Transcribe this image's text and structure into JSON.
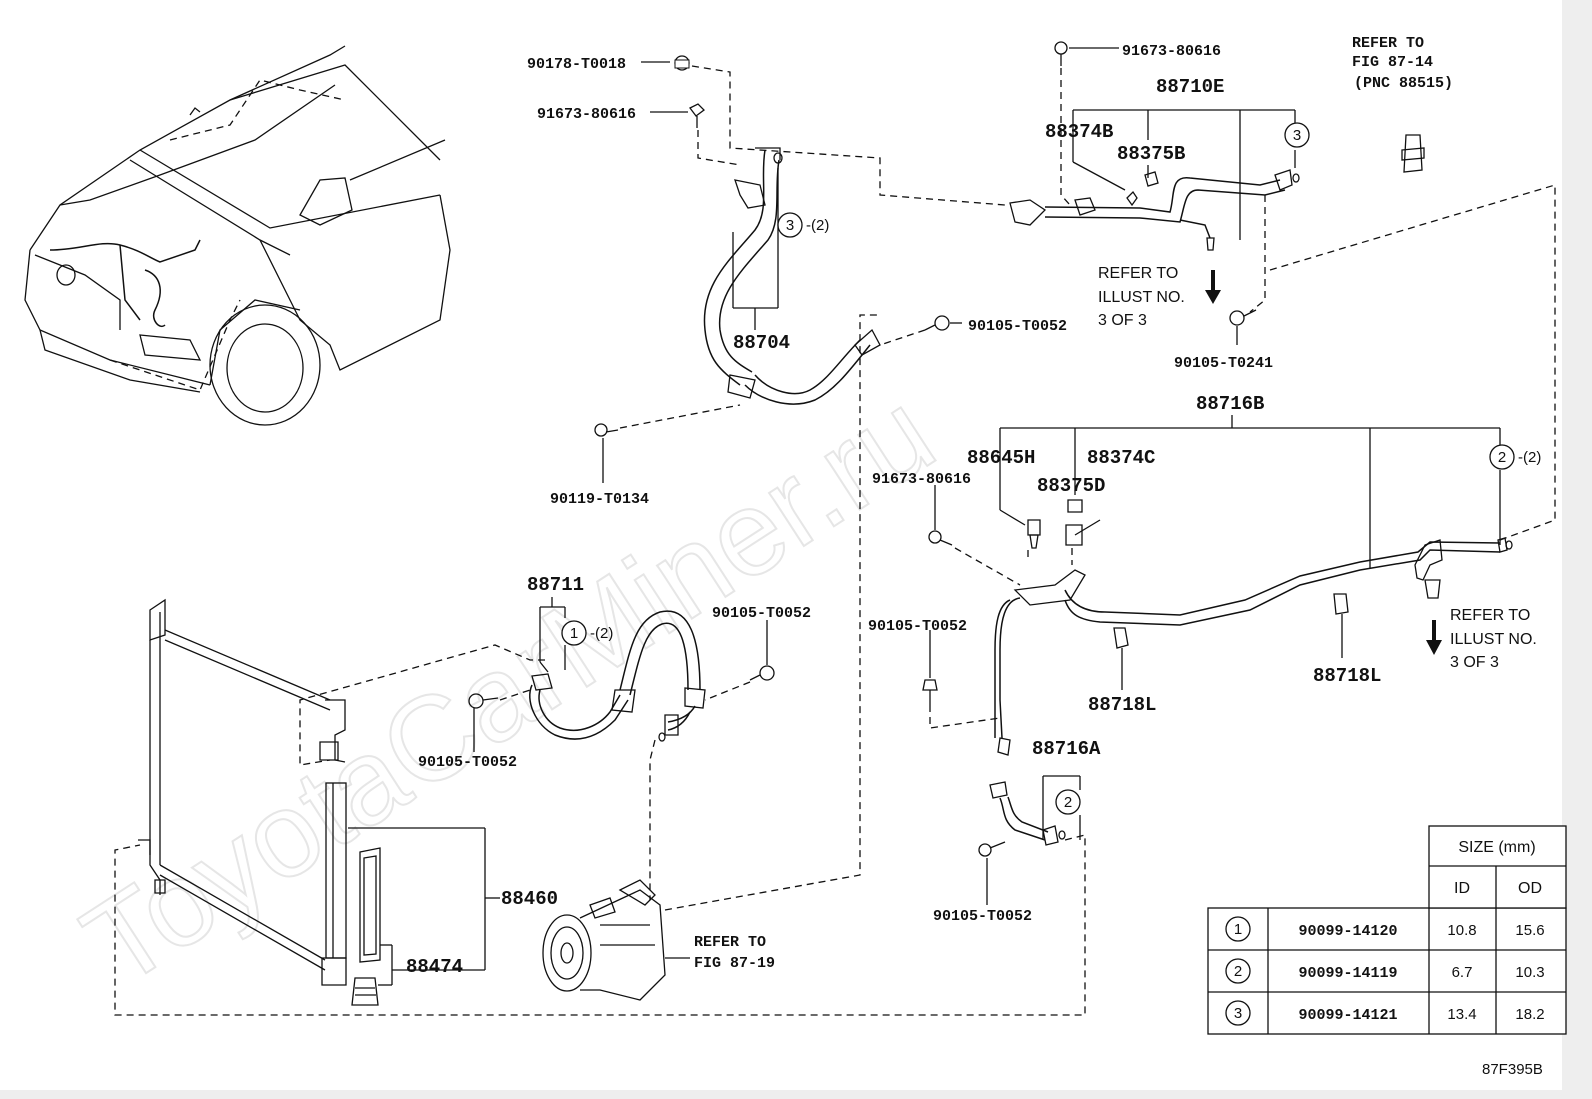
{
  "watermark": "ToyotaCarMiner.ru",
  "diagram_code": "87F395B",
  "labels": {
    "p90178_T0018": "90178-T0018",
    "p91673_80616_a": "91673-80616",
    "p91673_80616_b": "91673-80616",
    "p91673_80616_c": "91673-80616",
    "p88710E": "88710E",
    "p88374B": "88374B",
    "p88375B": "88375B",
    "p88704": "88704",
    "p90105_T0052_a": "90105-T0052",
    "p90105_T0052_b": "90105-T0052",
    "p90105_T0052_c": "90105-T0052",
    "p90105_T0052_d": "90105-T0052",
    "p90105_T0052_e": "90105-T0052",
    "p90105_T0241": "90105-T0241",
    "p90119_T0134": "90119-T0134",
    "p88716B": "88716B",
    "p88645H": "88645H",
    "p88374C": "88374C",
    "p88375D": "88375D",
    "p88711": "88711",
    "p88718L_a": "88718L",
    "p88718L_b": "88718L",
    "p88716A": "88716A",
    "p88460": "88460",
    "p88474": "88474"
  },
  "refs": {
    "fig87_14": [
      "REFER TO",
      "FIG 87-14",
      "(PNC 88515)"
    ],
    "fig87_19": [
      "REFER TO",
      "FIG 87-19"
    ],
    "illust_a": [
      "REFER TO",
      "ILLUST NO.",
      "3 OF 3"
    ],
    "illust_b": [
      "REFER TO",
      "ILLUST NO.",
      "3 OF 3"
    ]
  },
  "callouts": {
    "c3_top": "3",
    "c3_hose": "3",
    "c3_hose_qty": "-(2)",
    "c2_right": "2",
    "c2_right_qty": "-(2)",
    "c1_hose": "1",
    "c1_hose_qty": "-(2)",
    "c2_bottom": "2"
  },
  "size_table": {
    "title": "SIZE (mm)",
    "col_id": "ID",
    "col_od": "OD",
    "rows": [
      {
        "num": "1",
        "part": "90099-14120",
        "id": "10.8",
        "od": "15.6"
      },
      {
        "num": "2",
        "part": "90099-14119",
        "id": "6.7",
        "od": "10.3"
      },
      {
        "num": "3",
        "part": "90099-14121",
        "id": "13.4",
        "od": "18.2"
      }
    ]
  }
}
